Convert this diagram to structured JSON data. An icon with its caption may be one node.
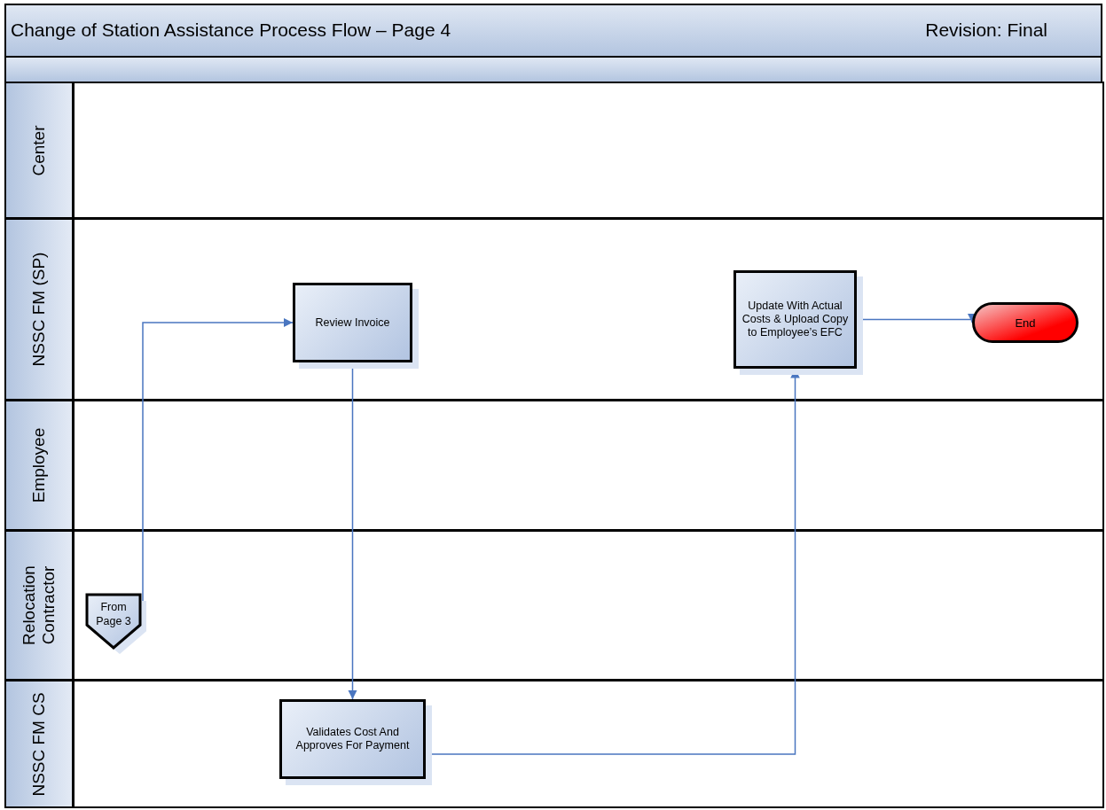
{
  "diagram": {
    "title": "Change of Station Assistance Process Flow – Page 4",
    "nodes": [
      {
        "text": [
          "Review Invoice"
        ]
      },
      {
        "text": [
          "Update With Actual Costs & Upload Copy to Employee’s EFC"
        ]
      },
      {
        "text": [
          "End"
        ]
      },
      {
        "text": [
          "From Page 3"
        ]
      },
      {
        "text": [
          "Validates Cost And Approves For Payment"
        ]
      }
    ],
    "edges": [
      {
        "from": 3,
        "to": 0,
        "arrow": "to"
      },
      {
        "from": 0,
        "to": 4,
        "arrow": "to"
      },
      {
        "from": 4,
        "to": 1,
        "arrow": "to"
      },
      {
        "from": 1,
        "to": 2,
        "arrow": "to"
      }
    ],
    "labels": [
      "Revision: Final",
      "Center",
      "NSSC FM (SP)",
      "Employee",
      "Relocation Contractor",
      "NSSC FM CS"
    ]
  }
}
